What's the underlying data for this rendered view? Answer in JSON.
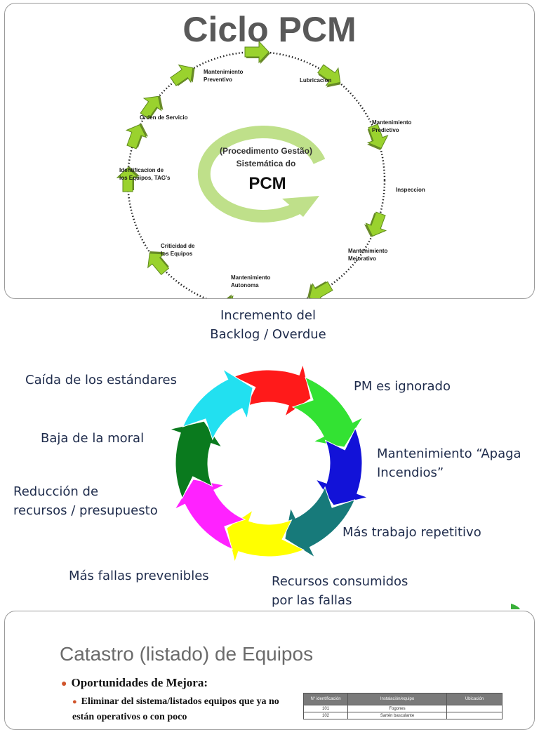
{
  "slide1": {
    "title": "Ciclo PCM",
    "center": {
      "line1": "(Procedimento Gestão)",
      "line2": "Sistemática do",
      "line3": "PCM"
    },
    "steps": [
      {
        "label": [
          "Mantenimiento",
          "Preventivo"
        ]
      },
      {
        "label": [
          "Lubricacion"
        ]
      },
      {
        "label": [
          "Mantenimiento",
          "Predictivo"
        ]
      },
      {
        "label": [
          "Inspeccion"
        ]
      },
      {
        "label": [
          "Mantenimiento",
          "Mejorativo"
        ]
      },
      {
        "label": [
          "Mantenimiento",
          "Autonoma"
        ]
      },
      {
        "label": [
          "Criticidad de",
          "los Equipos"
        ]
      },
      {
        "label": [
          "Identificacion de",
          "los Equipos, TAG's"
        ]
      },
      {
        "label": [
          "Orden de Servicio"
        ]
      }
    ]
  },
  "slide2": {
    "labels": [
      {
        "lines": [
          "Incremento del",
          "Backlog  / Overdue"
        ],
        "color": "#ff1a1a"
      },
      {
        "lines": [
          "PM es ignorado"
        ],
        "color": "#33e233"
      },
      {
        "lines": [
          "Mantenimiento “Apaga",
          "Incendios”"
        ],
        "color": "#1212d8"
      },
      {
        "lines": [
          "Más trabajo repetitivo"
        ],
        "color": "#177a7a"
      },
      {
        "lines": [
          "Recursos consumidos",
          "por las fallas"
        ],
        "color": "#ffff00"
      },
      {
        "lines": [
          "Más fallas prevenibles"
        ],
        "color": "#ff22ff"
      },
      {
        "lines": [
          "Reducción de",
          "recursos / presupuesto"
        ],
        "color": "#0a7a1e"
      },
      {
        "lines": [
          "Baja de la moral"
        ],
        "color": "#22e0f0"
      },
      {
        "lines": [
          "Caída de los estándares"
        ],
        "color": "#22e0f0"
      }
    ]
  },
  "slide3": {
    "title": "Catastro (listado) de Equipos",
    "bullet1": "Oportunidades de Mejora:",
    "bullet2": "Eliminar  del sistema/listados equipos que ya no están operativos o con poco",
    "table": {
      "headers": [
        "N° identificación",
        "Instalación/equipo",
        "Ubicación"
      ],
      "rows": [
        [
          "101",
          "Fogones",
          ""
        ],
        [
          "102",
          "Sartén basculante",
          ""
        ]
      ]
    }
  }
}
